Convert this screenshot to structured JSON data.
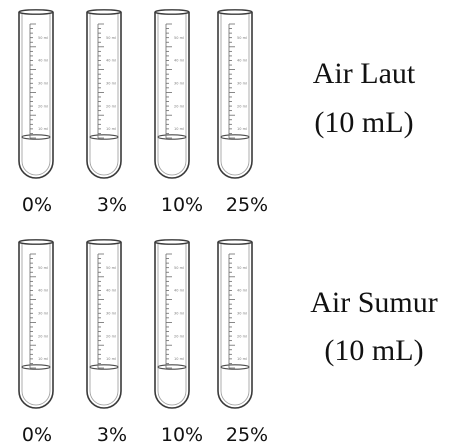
{
  "groups": [
    {
      "name_line1": "Air Laut",
      "name_line2": "(10 mL)",
      "concentrations": [
        "0%",
        "3%",
        "10%",
        "25%"
      ]
    },
    {
      "name_line1": "Air Sumur",
      "name_line2": "(10 mL)",
      "concentrations": [
        "0%",
        "3%",
        "10%",
        "25%"
      ]
    }
  ],
  "tube": {
    "graduation_labels": [
      "50 ml",
      "40 ml",
      "30 ml",
      "20 ml",
      "10 ml"
    ]
  },
  "colors": {
    "tube_outline": "#3a3a3a",
    "liquid_line": "#4a4a4a",
    "text": "#111111"
  }
}
